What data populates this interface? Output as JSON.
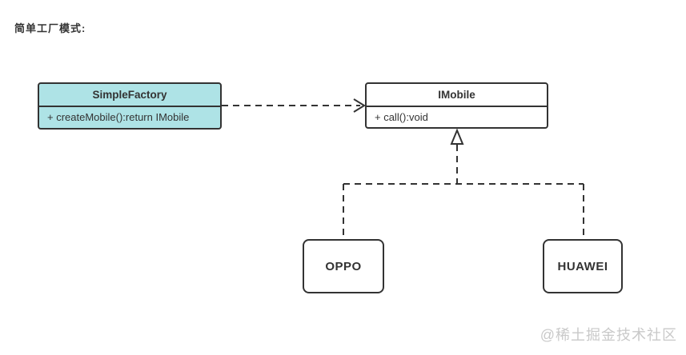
{
  "title": "简单工厂模式:",
  "factory": {
    "name": "SimpleFactory",
    "method": "+ createMobile():return IMobile"
  },
  "interface": {
    "name": "IMobile",
    "method": "+ call():void"
  },
  "implementations": [
    {
      "label": "OPPO"
    },
    {
      "label": "HUAWEI"
    }
  ],
  "watermark": "@稀土掘金技术社区",
  "colors": {
    "stroke": "#333333",
    "factory_fill": "#aee3e6",
    "node_fill": "#ffffff",
    "watermark_text": "#c9c9c9",
    "background": "#ffffff"
  }
}
